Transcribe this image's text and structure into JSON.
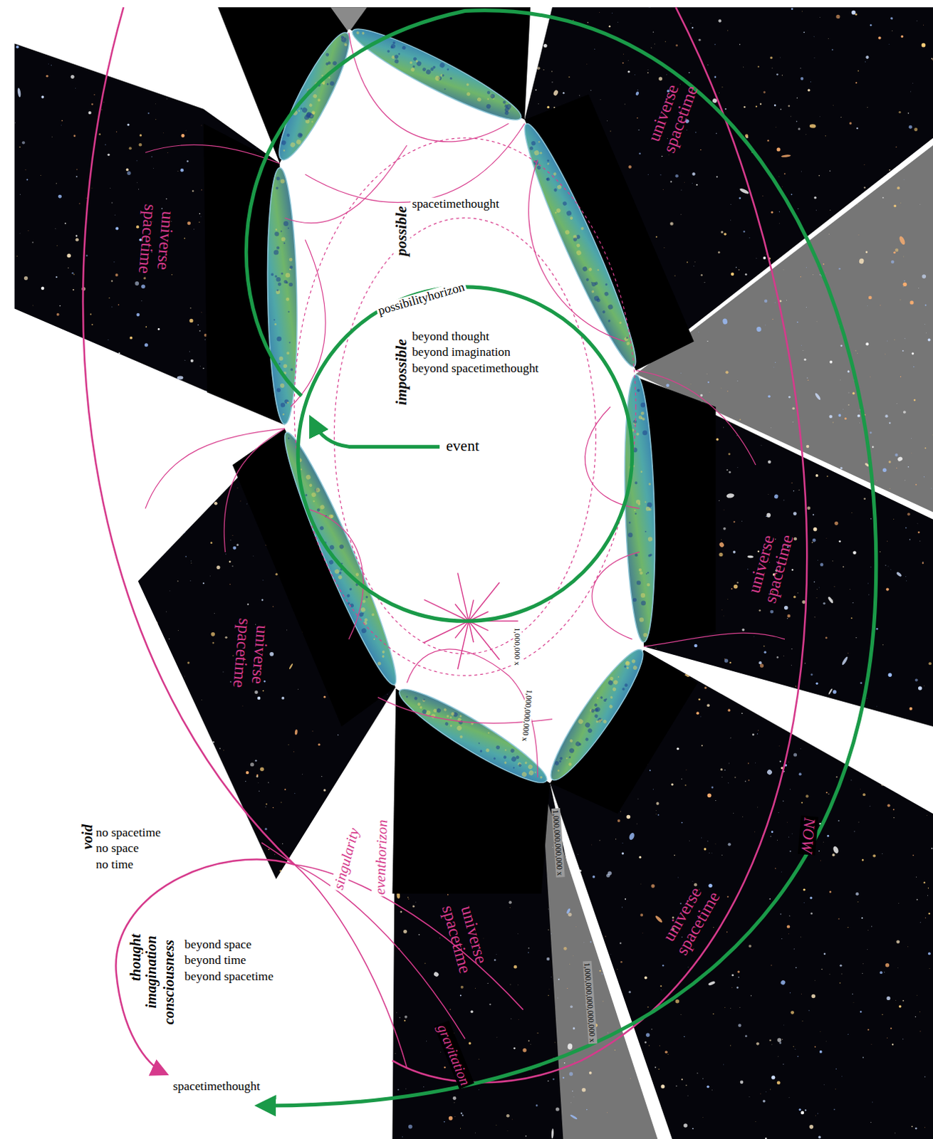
{
  "diagram": {
    "labels": [
      "possible",
      "spacetimethought",
      "possibilityhorizon",
      "impossible",
      "beyond thought",
      "beyond imagination",
      "beyond spacetimethought",
      "event",
      "void",
      "no spacetime",
      "no space",
      "no time",
      "thought",
      "imagination",
      "consciousness",
      "beyond space",
      "beyond time",
      "beyond spacetime",
      "spacetimethought",
      "singularity",
      "eventhorizon",
      "gravitation",
      "NOW",
      "universe spacetime",
      "universe spacetime",
      "universe spacetime",
      "universe spacetime",
      "universe spacetime",
      "universe spacetime",
      "1,000,000 x",
      "1,000,000,000 x",
      "1,000,000,000,000 x",
      "1,000,000,000,000,000 x"
    ]
  }
}
